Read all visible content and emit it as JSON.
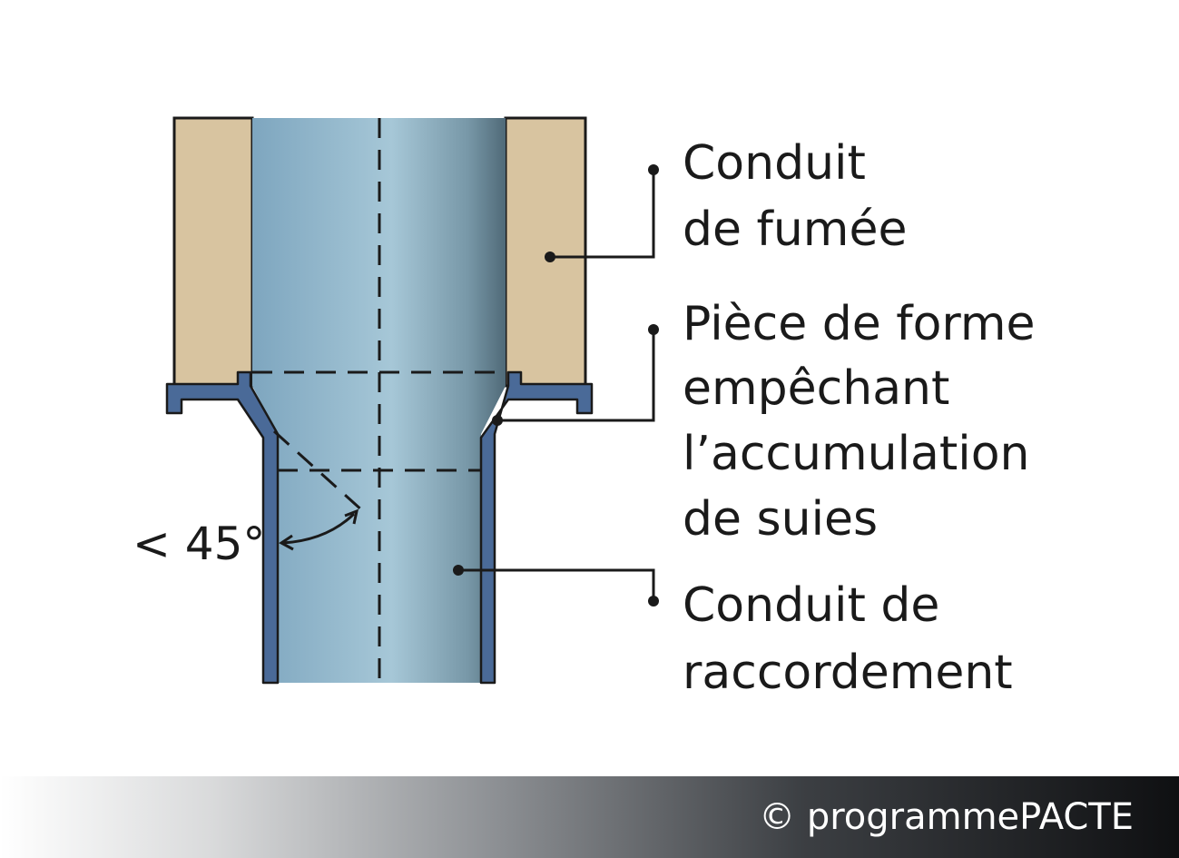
{
  "labels": {
    "conduit_fumee": [
      "Conduit",
      "de fumée"
    ],
    "piece_forme": [
      "Pièce de forme",
      "empêchant",
      "l’accumulation",
      "de suies"
    ],
    "conduit_raccordement": [
      "Conduit de",
      "raccordement"
    ]
  },
  "angle_label": "< 45°",
  "footer": {
    "copyright": "© programmePACTE"
  },
  "colors": {
    "masonry": "#d8c4a0",
    "pipe_wall": "#4a6a98",
    "pipe_fill": "#96bacb",
    "line": "#1a1a1a"
  }
}
